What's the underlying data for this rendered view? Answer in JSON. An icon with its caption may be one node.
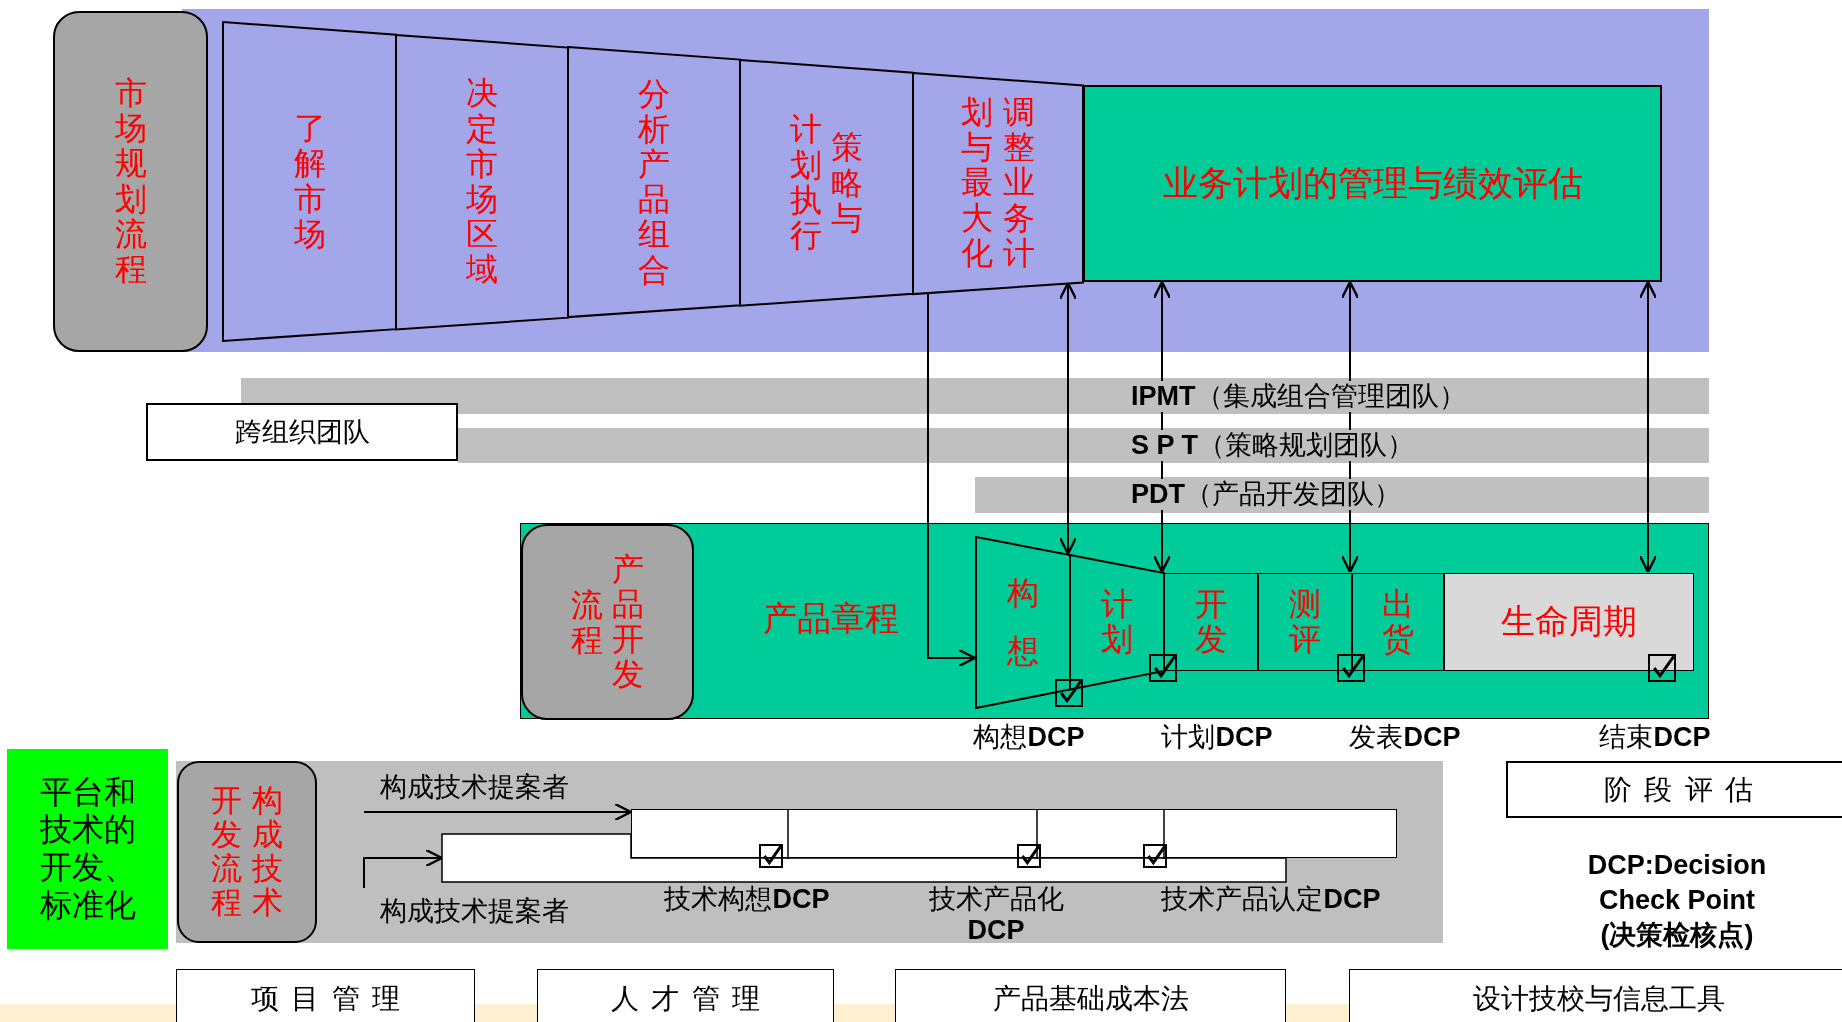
{
  "diagram": {
    "nodes": [
      {
        "text": [],
        "shape": "band"
      },
      {
        "text": [
          "市场规划流程"
        ]
      },
      {
        "text": [
          "了解市场"
        ],
        "in": 0
      },
      {
        "text": [
          "决定市场区域"
        ],
        "in": 0
      },
      {
        "text": [
          "分析产品组合"
        ],
        "in": 0
      },
      {
        "text": [
          "策略与计划执行"
        ],
        "in": 0
      },
      {
        "text": [
          "调整业务计划与最大化"
        ],
        "in": 0
      },
      {
        "text": [
          "业务计划的管理与绩效评估"
        ],
        "in": 0
      },
      {
        "text": [
          "跨组织团队"
        ]
      },
      {
        "text": [
          "产品章程"
        ]
      },
      {
        "text": [
          "产品开发流程"
        ],
        "in": 9
      },
      {
        "text": [
          "构想"
        ],
        "in": 9
      },
      {
        "text": [
          "计划"
        ],
        "in": 9
      },
      {
        "text": [
          "开发"
        ],
        "in": 9
      },
      {
        "text": [
          "测评"
        ],
        "in": 9
      },
      {
        "text": [
          "出货"
        ],
        "in": 9
      },
      {
        "text": [
          "生命周期"
        ],
        "in": 9
      },
      {
        "text": [
          "平台和技术的开发、标准化"
        ]
      },
      {
        "text": [],
        "shape": "band"
      },
      {
        "text": [
          "构成技术开发流程"
        ],
        "in": 18
      },
      {
        "text": [],
        "shape": "box",
        "in": 18
      },
      {
        "text": [],
        "shape": "box",
        "in": 18
      },
      {
        "text": [
          "阶段评估"
        ]
      },
      {
        "text": [
          "项目管理"
        ]
      },
      {
        "text": [
          "人才管理"
        ]
      },
      {
        "text": [
          "产品基础成本法"
        ]
      },
      {
        "text": [
          "设计技校与信息工具"
        ]
      }
    ],
    "edges": [
      {
        "from": 6,
        "to": 11,
        "arrow": "both"
      },
      {
        "from": 7,
        "to": 12,
        "arrow": "both"
      },
      {
        "from": 7,
        "to": 14,
        "arrow": "both"
      },
      {
        "from": 7,
        "to": 16,
        "arrow": "both"
      },
      {
        "from": 6,
        "to": 11,
        "arrow": "to"
      },
      {
        "from": null,
        "to": 20,
        "arrow": "to"
      },
      {
        "from": null,
        "to": 21,
        "arrow": "to"
      }
    ],
    "labels": [
      "**IPMT**（集成组合管理团队）",
      "**S P T**（策略规划团队）",
      "**PDT**（产品开发团队）",
      "构想**DCP**",
      "计划**DCP**",
      "发表**DCP**",
      "结束**DCP**",
      "构成技术提案者",
      "技术构想**DCP**",
      "技术产品化 **DCP**",
      "技术产品认定**DCP**",
      "构成技术提案者",
      "DCP:Decision Check Point (决策检核点)"
    ]
  }
}
